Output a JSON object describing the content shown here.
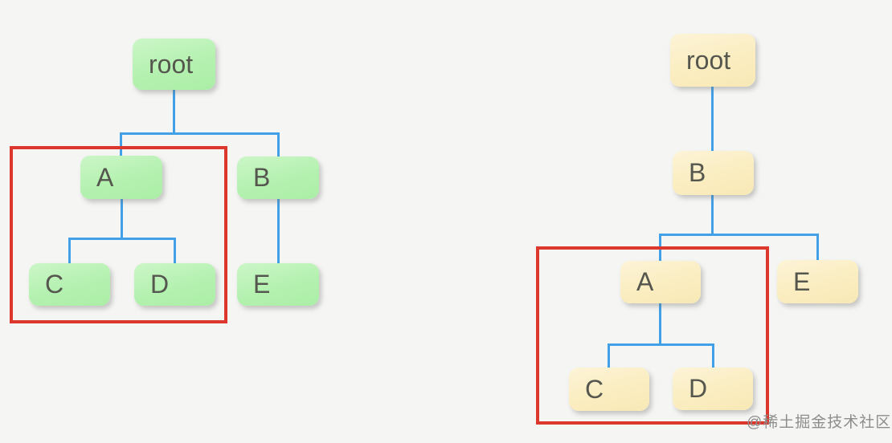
{
  "page": {
    "background": "#f5f5f3"
  },
  "colors": {
    "left_node_fill": "#b4f1b0",
    "right_node_fill": "#faedc0",
    "connector_blue": "#42a0e6",
    "highlight_red": "#dc372c",
    "node_text": "#55564e",
    "watermark_gray": "#8d8d8d"
  },
  "trees": [
    {
      "id": "left",
      "palette": "green",
      "nodes": {
        "root": "root",
        "A": "A",
        "B": "B",
        "C": "C",
        "D": "D",
        "E": "E"
      },
      "edges": [
        "root-A",
        "root-B",
        "A-C",
        "A-D",
        "B-E"
      ],
      "highlighted_subtree": "A (A, C, D)"
    },
    {
      "id": "right",
      "palette": "yellow",
      "nodes": {
        "root": "root",
        "A": "A",
        "B": "B",
        "C": "C",
        "D": "D",
        "E": "E"
      },
      "edges": [
        "root-B",
        "B-A",
        "B-E",
        "A-C",
        "A-D"
      ],
      "highlighted_subtree": "A (A, C, D)"
    }
  ],
  "watermark": {
    "text": "@稀土掘金技术社区"
  }
}
